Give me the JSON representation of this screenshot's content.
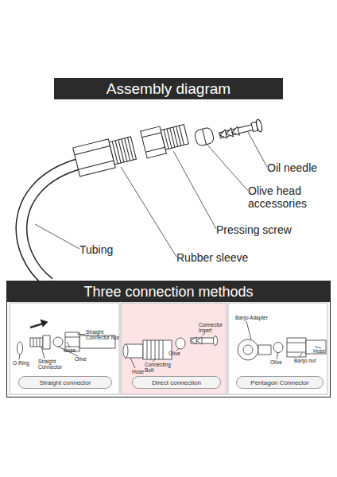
{
  "diagram": {
    "nodes": [
      {
        "text": [
          "Assembly diagram"
        ]
      },
      {
        "text": [
          "Three connection methods"
        ]
      },
      {
        "text": [
          "Straight connector"
        ],
        "in": 1
      },
      {
        "text": [
          "Direct connection"
        ],
        "in": 1
      },
      {
        "text": [
          "Pentagon Connector"
        ],
        "in": 1
      }
    ],
    "labels": [
      "Oil needle",
      "Olive head accessories",
      "Pressing screw",
      "Tubing",
      "Rubber sleeve",
      "Hose",
      "Straight Connector Nut",
      "O-Ring",
      "Straight Connector",
      "Olive",
      "Connector Insert",
      "Olive",
      "Connecting Bolt",
      "Hose",
      "Banjo Adapter",
      "Hose",
      "Banjo nut",
      "Olive"
    ]
  }
}
